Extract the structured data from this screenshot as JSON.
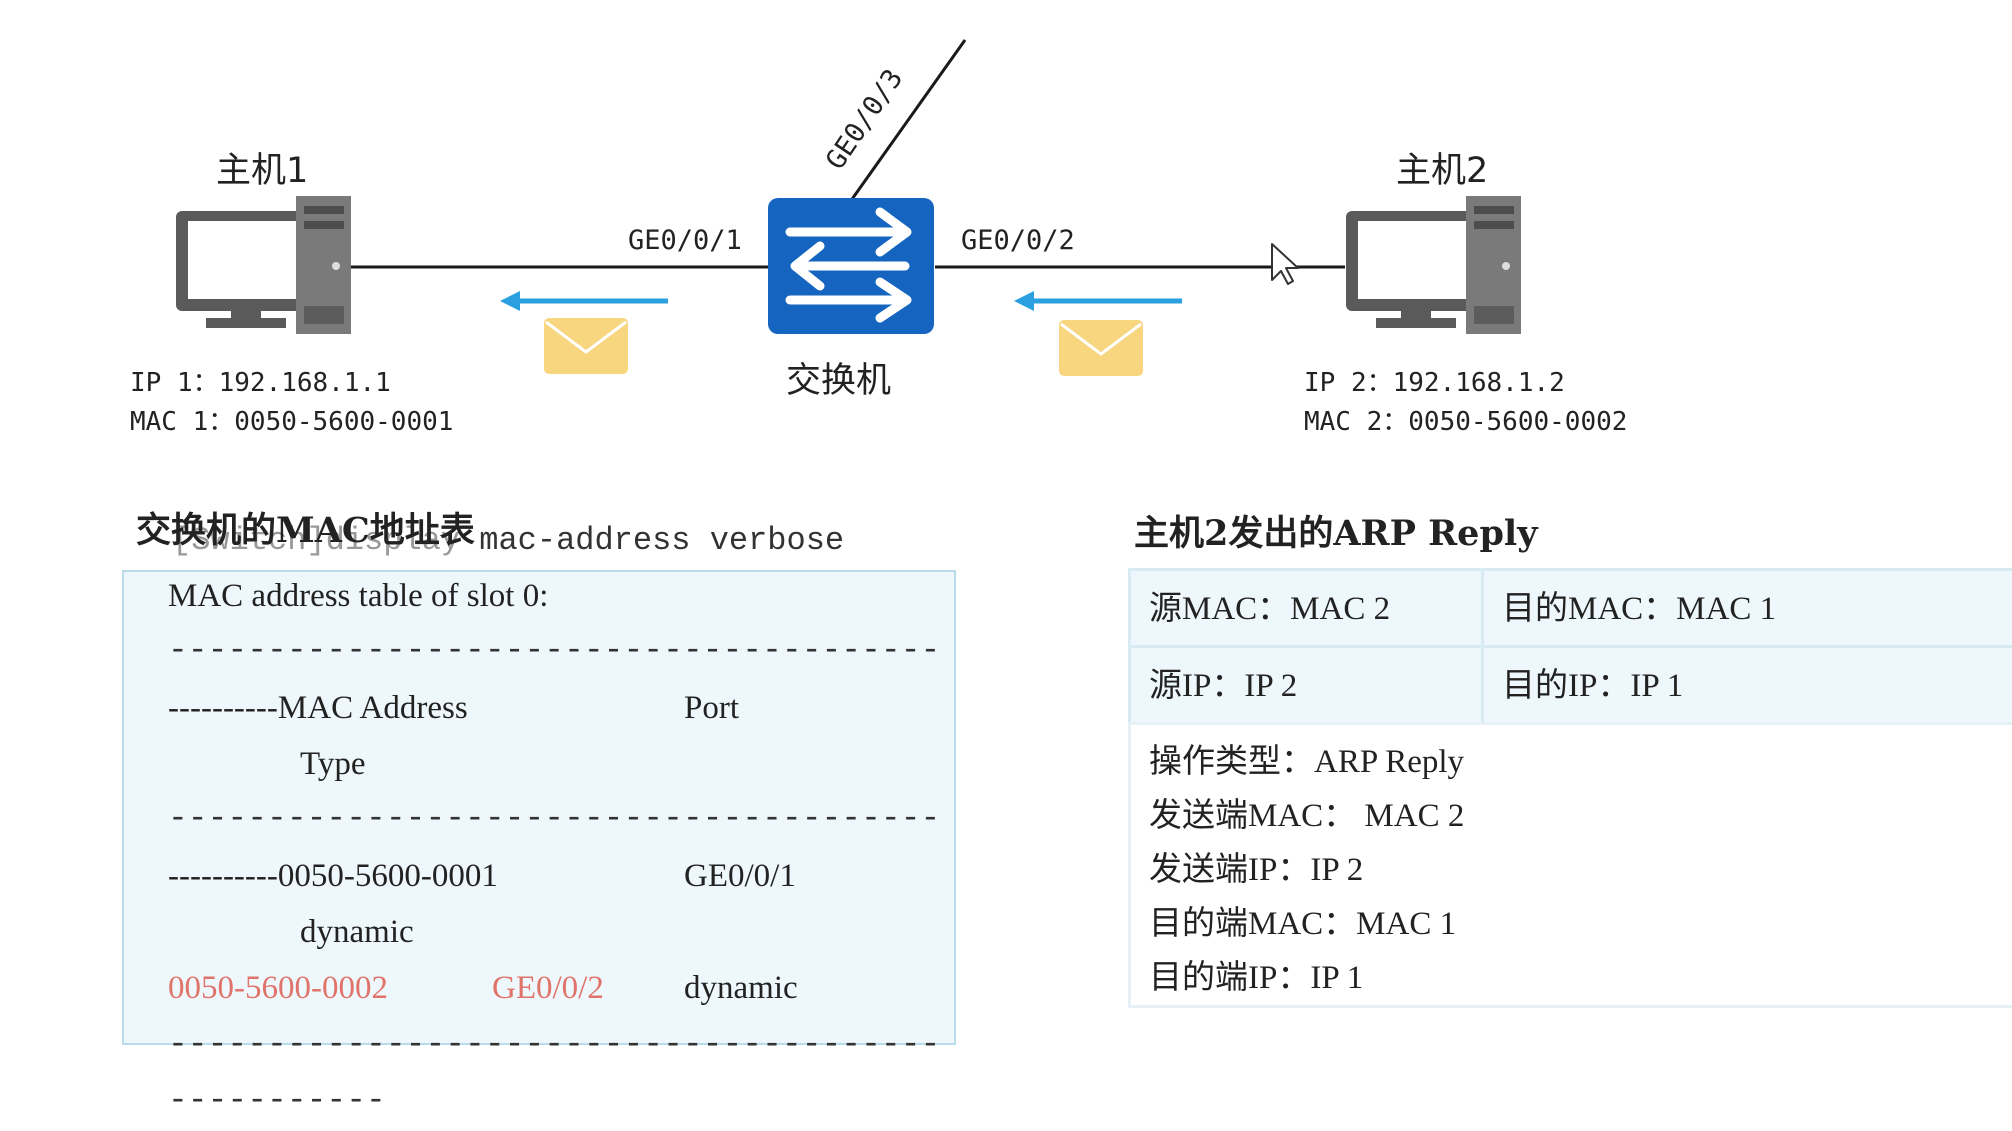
{
  "colors": {
    "accent_blue": "#1565c0",
    "arrow_blue": "#2ba0e0",
    "envelope": "#f8d680",
    "highlight_red": "#e0746a",
    "table_bg": "#eef7fb"
  },
  "diagram": {
    "host1": {
      "label": "主机1",
      "ip": "IP 1：192.168.1.1",
      "mac": "MAC 1：0050-5600-0001",
      "icon": "computer-icon"
    },
    "host2": {
      "label": "主机2",
      "ip": "IP 2：192.168.1.2",
      "mac": "MAC 2：0050-5600-0002",
      "icon": "computer-icon"
    },
    "switch": {
      "label": "交换机",
      "icon": "switch-icon"
    },
    "ports": {
      "p1": "GE0/0/1",
      "p2": "GE0/0/2",
      "p3": "GE0/0/3"
    }
  },
  "mac_table": {
    "title": "交换机的MAC地址表",
    "command_prefix": "[Switch]display",
    "command": " mac-address verbose",
    "lines": {
      "header": "MAC address table of slot 0:",
      "dashes": "-----------------------------------------------",
      "col_mac": "----------MAC Address",
      "col_port": "Port",
      "col_type": "Type",
      "row1_mac": "----------0050-5600-0001",
      "row1_port": "GE0/0/1",
      "row1_type": "dynamic",
      "row2_mac": "0050-5600-0002",
      "row2_port": "GE0/0/2",
      "row2_type": "dynamic",
      "tail": "-----------"
    }
  },
  "arp_reply": {
    "title": "主机2发出的ARP Reply",
    "src_mac": "源MAC：MAC 2",
    "dst_mac": "目的MAC：MAC 1",
    "src_ip": "源IP：IP 2",
    "dst_ip": "目的IP：IP 1",
    "body": [
      "操作类型：ARP Reply",
      "发送端MAC： MAC 2",
      "发送端IP：IP 2",
      "目的端MAC：MAC 1",
      "目的端IP：IP 1"
    ]
  }
}
